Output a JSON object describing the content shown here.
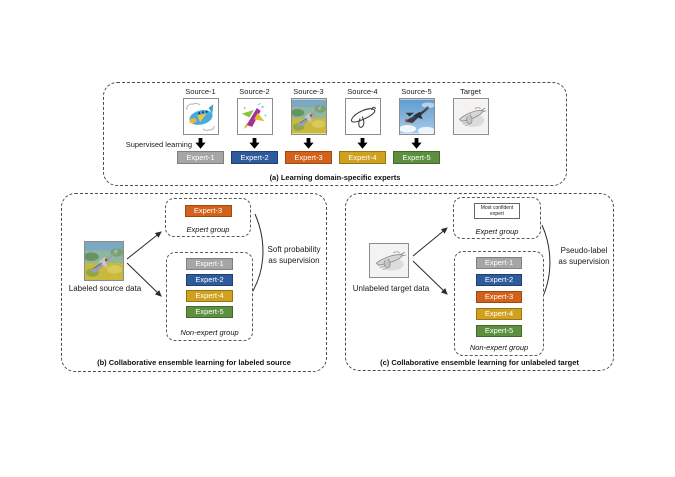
{
  "experts": [
    {
      "label": "Expert-1",
      "bg": "#a6a6a6",
      "border": "#7f7f7f"
    },
    {
      "label": "Expert-2",
      "bg": "#2e5b9c",
      "border": "#1f3f73"
    },
    {
      "label": "Expert-3",
      "bg": "#d2611b",
      "border": "#9c4a12"
    },
    {
      "label": "Expert-4",
      "bg": "#d0a01f",
      "border": "#9a7415"
    },
    {
      "label": "Expert-5",
      "bg": "#5e8f3f",
      "border": "#43682c"
    }
  ],
  "panel_a": {
    "caption": "(a) Learning domain-specific experts",
    "supervised_learning_label": "Supervised learning",
    "source_labels": [
      "Source-1",
      "Source-2",
      "Source-3",
      "Source-4",
      "Source-5"
    ],
    "target_label": "Target"
  },
  "panel_b": {
    "caption": "(b) Collaborative ensemble learning for labeled source",
    "data_label": "Labeled source data",
    "expert_group_label": "Expert group",
    "non_expert_group_label": "Non-expert group",
    "supervision_label": "Soft probability\nas supervision"
  },
  "panel_c": {
    "caption": "(c) Collaborative ensemble learning for unlabeled target",
    "data_label": "Unlabeled target data",
    "expert_group_label": "Expert group",
    "non_expert_group_label": "Non-expert group",
    "most_confident_label": "Most confident\nexpert",
    "supervision_label": "Pseudo-label\nas supervision"
  }
}
